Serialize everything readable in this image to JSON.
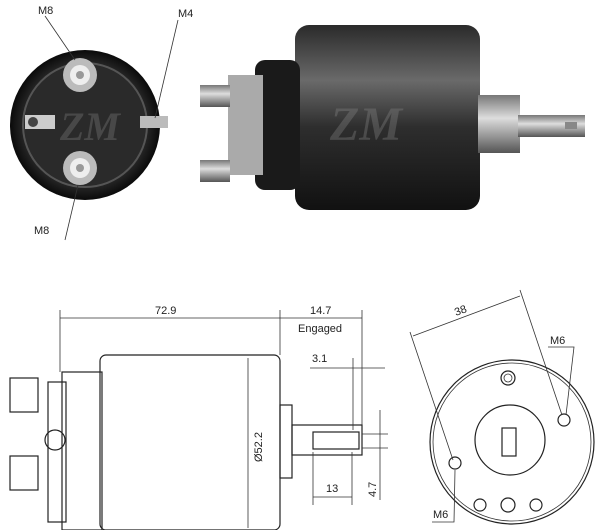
{
  "photo_end_view": {
    "labels": {
      "terminal_top": "M8",
      "terminal_small": "M4",
      "terminal_bottom": "M8"
    }
  },
  "photo_side_view": {},
  "drawing_side_view": {
    "length": "72.9",
    "stroke": "14.7",
    "stroke_note": "Engaged",
    "plunger_offset": "3.1",
    "diameter": "Ø52.2",
    "slot_length": "13",
    "slot_width": "4.7"
  },
  "drawing_end_view": {
    "hole_spacing": "38",
    "hole_top": "M6",
    "hole_bottom": "M6"
  },
  "colors": {
    "body_dark": "#1c1c1c",
    "body_metal": "#3a3a3a",
    "line": "#222222"
  }
}
